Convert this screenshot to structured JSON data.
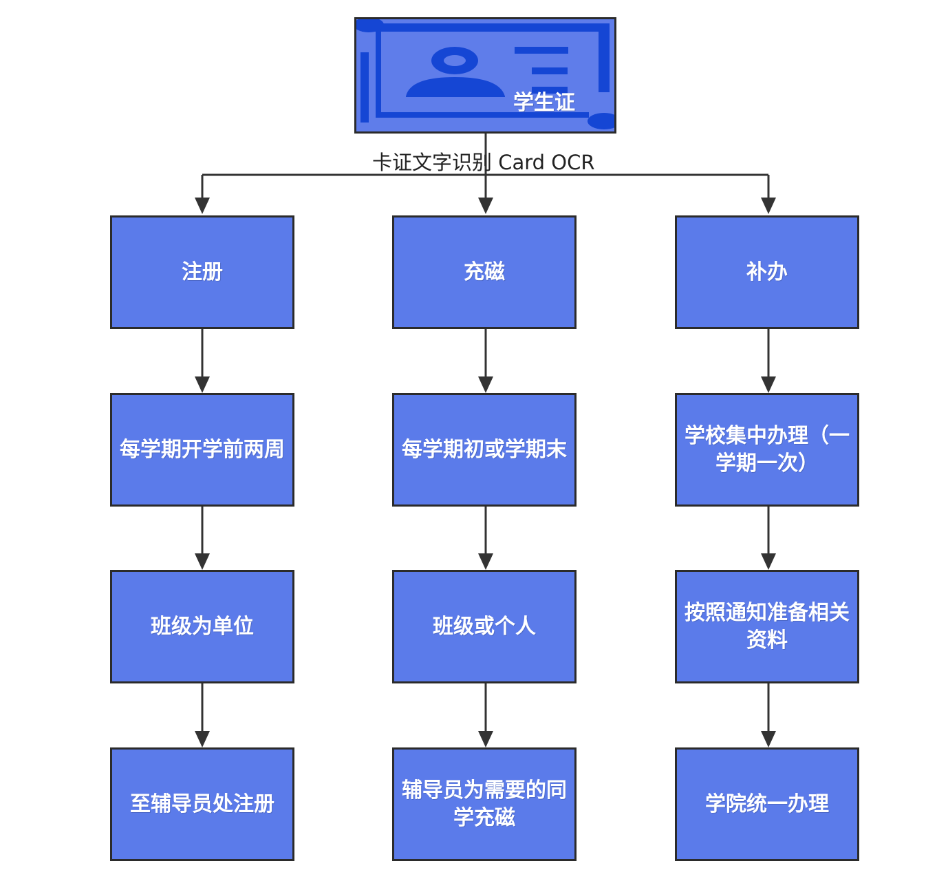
{
  "card": {
    "label": "学生证",
    "icon": "id-card-icon",
    "colors": {
      "fill": "#5f7dea",
      "accent": "#1546d4",
      "border": "#2b2b2b"
    }
  },
  "edge_label": "卡证文字识别 Card OCR",
  "columns": [
    {
      "id": "register",
      "steps": [
        "注册",
        "每学期开学前两周",
        "班级为单位",
        "至辅导员处注册"
      ]
    },
    {
      "id": "recharge",
      "steps": [
        "充磁",
        "每学期初或学期末",
        "班级或个人",
        "辅导员为需要的同学充磁"
      ]
    },
    {
      "id": "reissue",
      "steps": [
        "补办",
        "学校集中办理（一学期一次）",
        "按照通知准备相关资料",
        "学院统一办理"
      ]
    }
  ],
  "colors": {
    "node_fill": "#5b7bea",
    "node_border": "#2b2b2b",
    "node_text": "#ffffff",
    "arrow": "#333333"
  }
}
